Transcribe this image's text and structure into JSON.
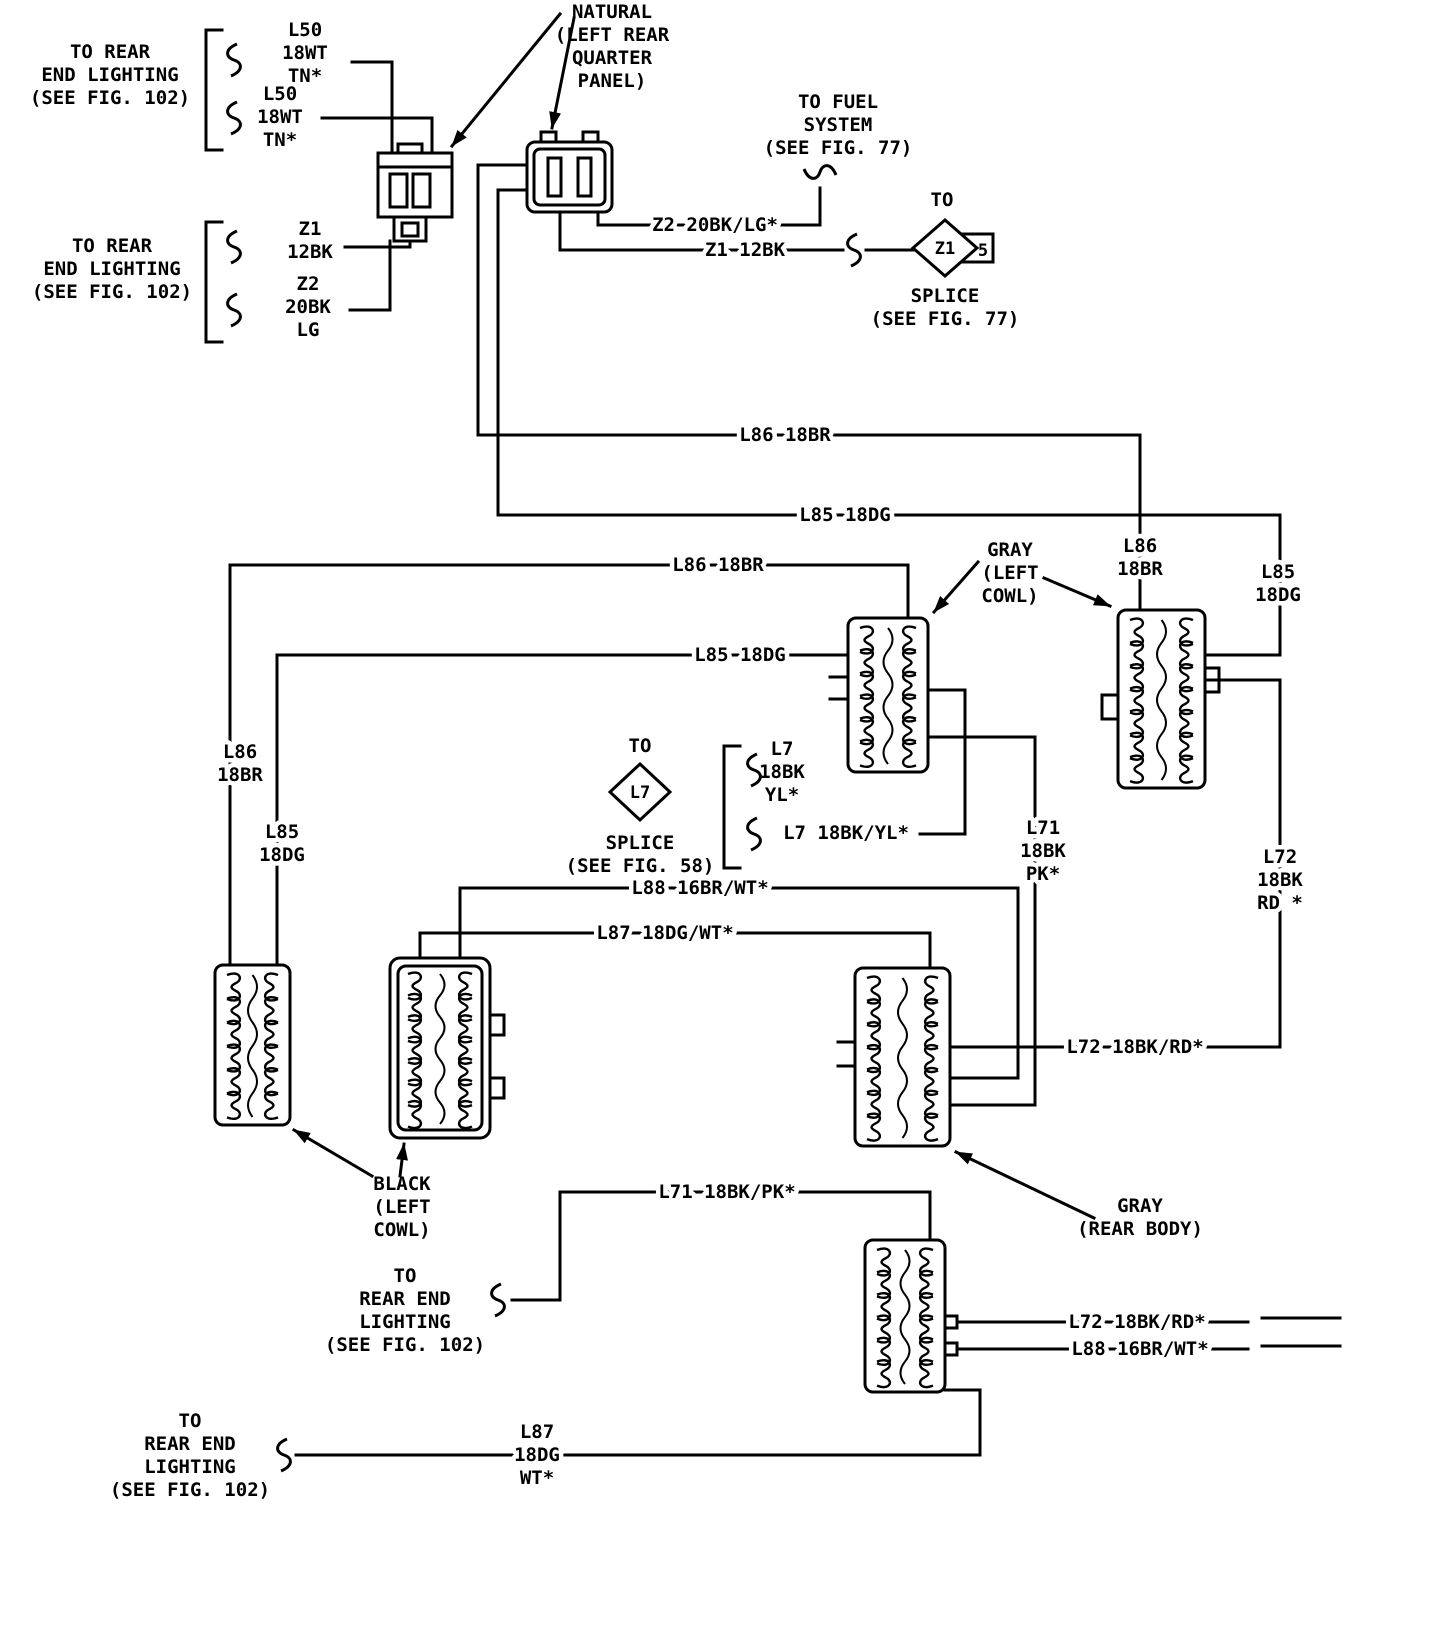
{
  "colors": {
    "line": "#000000",
    "background": "#ffffff"
  },
  "labels": {
    "natural": [
      "NATURAL",
      "(LEFT REAR",
      "QUARTER",
      "PANEL)"
    ],
    "rear_lighting_1": [
      "TO REAR",
      "END LIGHTING",
      "(SEE FIG. 102)"
    ],
    "l50_stub_1": [
      "L50",
      "18WT",
      "TN*"
    ],
    "l50_stub_2": [
      "L50",
      "18WT",
      "TN*"
    ],
    "rear_lighting_2": [
      "TO REAR",
      "END LIGHTING",
      "(SEE FIG. 102)"
    ],
    "z1_stub": [
      "Z1",
      "12BK"
    ],
    "z2_stub": [
      "Z2",
      "20BK",
      "LG"
    ],
    "fuel_system": [
      "TO FUEL",
      "SYSTEM",
      "(SEE FIG. 77)"
    ],
    "z2_wire": "Z2 20BK/LG*",
    "z1_wire": "Z1 12BK",
    "splice_z1": {
      "to": "TO",
      "id": "Z1",
      "pin": "5",
      "name": "SPLICE",
      "fig": "(SEE FIG. 77)"
    },
    "l86_wire_top": "L86 18BR",
    "l85_wire_top": "L85 18DG",
    "l86_wire_mid": "L86 18BR",
    "l85_wire_mid": "L85 18DG",
    "gray_left_cowl": [
      "GRAY",
      "(LEFT",
      "COWL)"
    ],
    "l86_right": [
      "L86",
      "18BR"
    ],
    "l85_right": [
      "L85",
      "18DG"
    ],
    "splice_l7": {
      "to": "TO",
      "id": "L7",
      "name": "SPLICE",
      "fig": "(SEE FIG. 58)"
    },
    "l7_stub": [
      "L7",
      "18BK",
      "YL*"
    ],
    "l7_wire": "L7 18BK/YL*",
    "l86_left": [
      "L86",
      "18BR"
    ],
    "l85_left": [
      "L85",
      "18DG"
    ],
    "l88_wire": "L88 16BR/WT*",
    "l87_wire": "L87 18DG/WT*",
    "l71_vert": [
      "L71",
      "18BK",
      "PK*"
    ],
    "l72_vert": [
      "L72",
      "18BK",
      "RD *"
    ],
    "l72_wire_mid": "L72 18BK/RD*",
    "black_left_cowl": [
      "BLACK",
      "(LEFT",
      "COWL)"
    ],
    "l71_wire": "L71 18BK/PK*",
    "gray_rear_body": [
      "GRAY",
      "(REAR BODY)"
    ],
    "rear_lighting_3": [
      "TO",
      "REAR END",
      "LIGHTING",
      "(SEE FIG. 102)"
    ],
    "l72_wire_bottom": "L72 18BK/RD*",
    "l88_wire_bottom": "L88 16BR/WT*",
    "rear_lighting_4": [
      "TO",
      "REAR END",
      "LIGHTING",
      "(SEE FIG. 102)"
    ],
    "l87_stub": [
      "L87",
      "18DG",
      "WT*"
    ]
  }
}
